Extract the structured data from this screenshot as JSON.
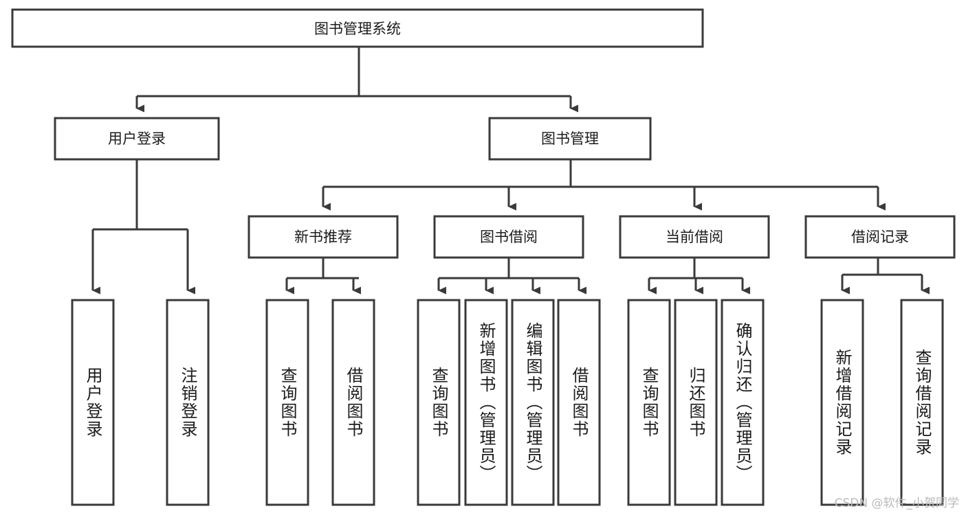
{
  "diagram": {
    "title": "图书管理系统",
    "type": "tree-hierarchy-chart",
    "colors": {
      "box_stroke": "#3a3a3a",
      "box_fill": "#ffffff",
      "text": "#1b1b1b",
      "watermark": "#b9b9b9",
      "background": "#ffffff"
    },
    "root": {
      "id": "root",
      "label": "图书管理系统"
    },
    "level2": [
      {
        "id": "user-login",
        "label": "用户登录"
      },
      {
        "id": "book-manage",
        "label": "图书管理"
      }
    ],
    "level3": [
      {
        "id": "new-book-rec",
        "label": "新书推荐"
      },
      {
        "id": "book-borrow",
        "label": "图书借阅"
      },
      {
        "id": "current-borrow",
        "label": "当前借阅"
      },
      {
        "id": "borrow-record",
        "label": "借阅记录"
      }
    ],
    "leaves": {
      "user_login": [
        {
          "id": "leaf-user-login",
          "label": "用户登录"
        },
        {
          "id": "leaf-logout-login",
          "label": "注销登录"
        }
      ],
      "new_book_rec": [
        {
          "id": "leaf-query-book-1",
          "label": "查询图书"
        },
        {
          "id": "leaf-borrow-book-1",
          "label": "借阅图书"
        }
      ],
      "book_borrow": [
        {
          "id": "leaf-query-book-2",
          "label": "查询图书"
        },
        {
          "id": "leaf-add-book",
          "label": "新增图书（管理员）"
        },
        {
          "id": "leaf-edit-book",
          "label": "编辑图书（管理员）"
        },
        {
          "id": "leaf-borrow-book-2",
          "label": "借阅图书"
        }
      ],
      "current_borrow": [
        {
          "id": "leaf-query-book-3",
          "label": "查询图书"
        },
        {
          "id": "leaf-return-book",
          "label": "归还图书"
        },
        {
          "id": "leaf-confirm-return",
          "label": "确认归还（管理员）"
        }
      ],
      "borrow_record": [
        {
          "id": "leaf-add-record",
          "label": "新增借阅记录"
        },
        {
          "id": "leaf-query-record",
          "label": "查询借阅记录"
        }
      ]
    }
  },
  "watermark": {
    "text": "CSDN @软件_小贺同学"
  }
}
